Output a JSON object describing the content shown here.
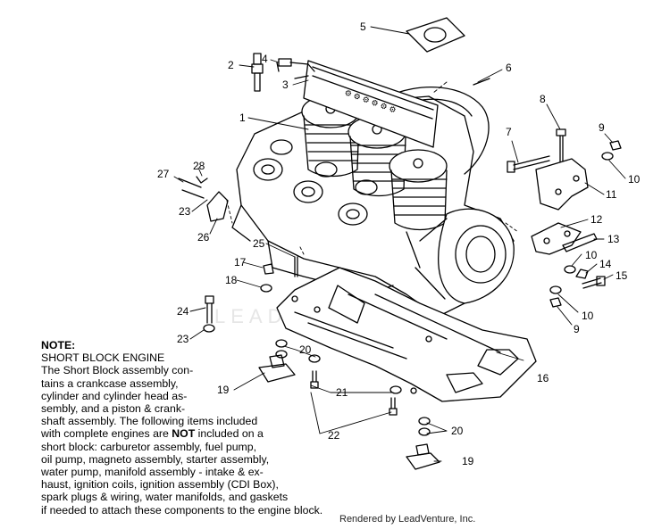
{
  "callouts": [
    "1",
    "2",
    "3",
    "4",
    "5",
    "6",
    "7",
    "8",
    "9",
    "9",
    "10",
    "10",
    "10",
    "11",
    "12",
    "13",
    "14",
    "15",
    "16",
    "17",
    "18",
    "19",
    "19",
    "20",
    "20",
    "21",
    "22",
    "23",
    "23",
    "24",
    "25",
    "26",
    "27",
    "28"
  ],
  "watermark": "LEADVENTURE",
  "note": {
    "heading": "NOTE:",
    "title": "SHORT BLOCK ENGINE",
    "lines": [
      "The Short Block assembly con-",
      "tains a crankcase assembly,",
      "cylinder and cylinder head as-",
      "sembly, and a piston & crank-",
      "shaft assembly.  The following items included",
      "with complete engines are ",
      "included on a",
      "short block:  carburetor assembly, fuel pump,",
      "oil pump, magneto assembly, starter assembly,",
      "water pump, manifold assembly - intake & ex-",
      "haust, ignition coils, ignition assembly (CDI Box),",
      "spark plugs & wiring, water manifolds, and gaskets",
      "if needed to attach these components to the engine block."
    ],
    "emphasis": "NOT"
  },
  "credit": "Rendered by LeadVenture, Inc."
}
